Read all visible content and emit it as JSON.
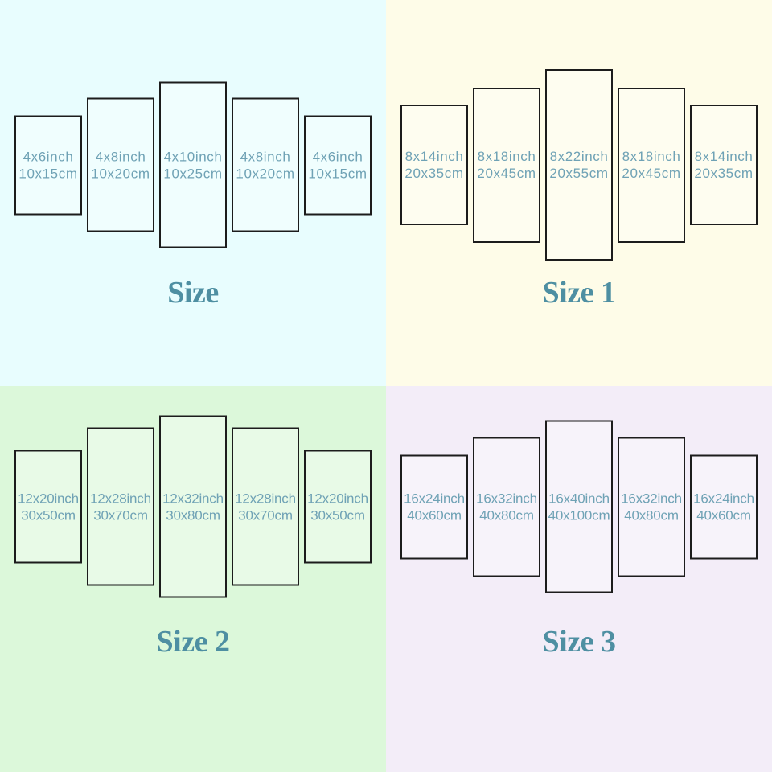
{
  "colors": {
    "panel_border": "#1c1c1c",
    "panel_text": "#6fa2b5",
    "title_text": "#4e8fa2",
    "bg_top_left": "#e8fdfe",
    "bg_top_right": "#fefce8",
    "bg_bottom_left": "#dcf8da",
    "bg_bottom_right": "#f3edf8"
  },
  "quadrants": [
    {
      "title": "Size",
      "bg": "#e8fdfe",
      "panels": [
        {
          "inch": "4x6inch",
          "cm": "10x15cm"
        },
        {
          "inch": "4x8inch",
          "cm": "10x20cm"
        },
        {
          "inch": "4x10inch",
          "cm": "10x25cm"
        },
        {
          "inch": "4x8inch",
          "cm": "10x20cm"
        },
        {
          "inch": "4x6inch",
          "cm": "10x15cm"
        }
      ]
    },
    {
      "title": "Size 1",
      "bg": "#fefce8",
      "panels": [
        {
          "inch": "8x14inch",
          "cm": "20x35cm"
        },
        {
          "inch": "8x18inch",
          "cm": "20x45cm"
        },
        {
          "inch": "8x22inch",
          "cm": "20x55cm"
        },
        {
          "inch": "8x18inch",
          "cm": "20x45cm"
        },
        {
          "inch": "8x14inch",
          "cm": "20x35cm"
        }
      ]
    },
    {
      "title": "Size 2",
      "bg": "#dcf8da",
      "panels": [
        {
          "inch": "12x20inch",
          "cm": "30x50cm"
        },
        {
          "inch": "12x28inch",
          "cm": "30x70cm"
        },
        {
          "inch": "12x32inch",
          "cm": "30x80cm"
        },
        {
          "inch": "12x28inch",
          "cm": "30x70cm"
        },
        {
          "inch": "12x20inch",
          "cm": "30x50cm"
        }
      ]
    },
    {
      "title": "Size 3",
      "bg": "#f3edf8",
      "panels": [
        {
          "inch": "16x24inch",
          "cm": "40x60cm"
        },
        {
          "inch": "16x32inch",
          "cm": "40x80cm"
        },
        {
          "inch": "16x40inch",
          "cm": "40x100cm"
        },
        {
          "inch": "16x32inch",
          "cm": "40x80cm"
        },
        {
          "inch": "16x24inch",
          "cm": "40x60cm"
        }
      ]
    }
  ]
}
